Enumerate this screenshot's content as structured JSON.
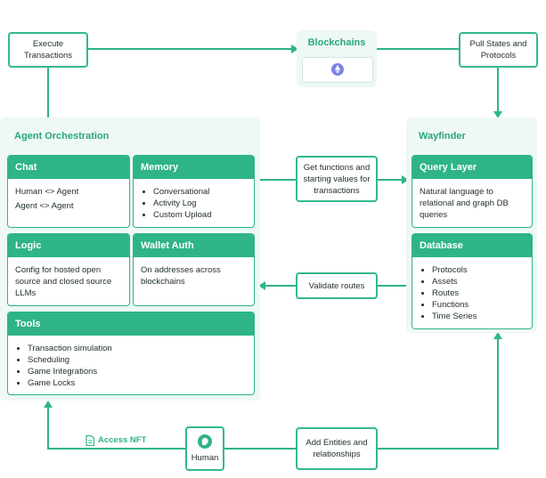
{
  "top": {
    "execute_label": "Execute Transactions",
    "blockchains_title": "Blockchains",
    "pull_label": "Pull States and Protocols"
  },
  "agent_orchestration": {
    "title": "Agent Orchestration",
    "chat": {
      "title": "Chat",
      "lines": [
        "Human <> Agent",
        "Agent <> Agent"
      ]
    },
    "memory": {
      "title": "Memory",
      "items": [
        "Conversational",
        "Activity Log",
        "Custom Upload"
      ]
    },
    "logic": {
      "title": "Logic",
      "text": "Config for hosted open source and closed source LLMs"
    },
    "wallet_auth": {
      "title": "Wallet Auth",
      "text": "On addresses across blockchains"
    },
    "tools": {
      "title": "Tools",
      "items": [
        "Transaction simulation",
        "Scheduling",
        "Game Integrations",
        "Game Locks"
      ]
    }
  },
  "middle": {
    "get_functions": "Get functions and starting values for transactions",
    "validate_routes": "Validate routes"
  },
  "wayfinder": {
    "title": "Wayfinder",
    "query_layer": {
      "title": "Query Layer",
      "text": "Natural language to relational and graph DB queries"
    },
    "database": {
      "title": "Database",
      "items": [
        "Protocols",
        "Assets",
        "Routes",
        "Functions",
        "Time Series"
      ]
    }
  },
  "bottom": {
    "access_nft": "Access NFT",
    "human_label": "Human",
    "add_entities": "Add Entities and relationships"
  },
  "colors": {
    "accent": "#2eb487",
    "panel_bg": "#eef8f4",
    "title_green": "#2aa77b",
    "eth_icon": "#7b83e6"
  }
}
